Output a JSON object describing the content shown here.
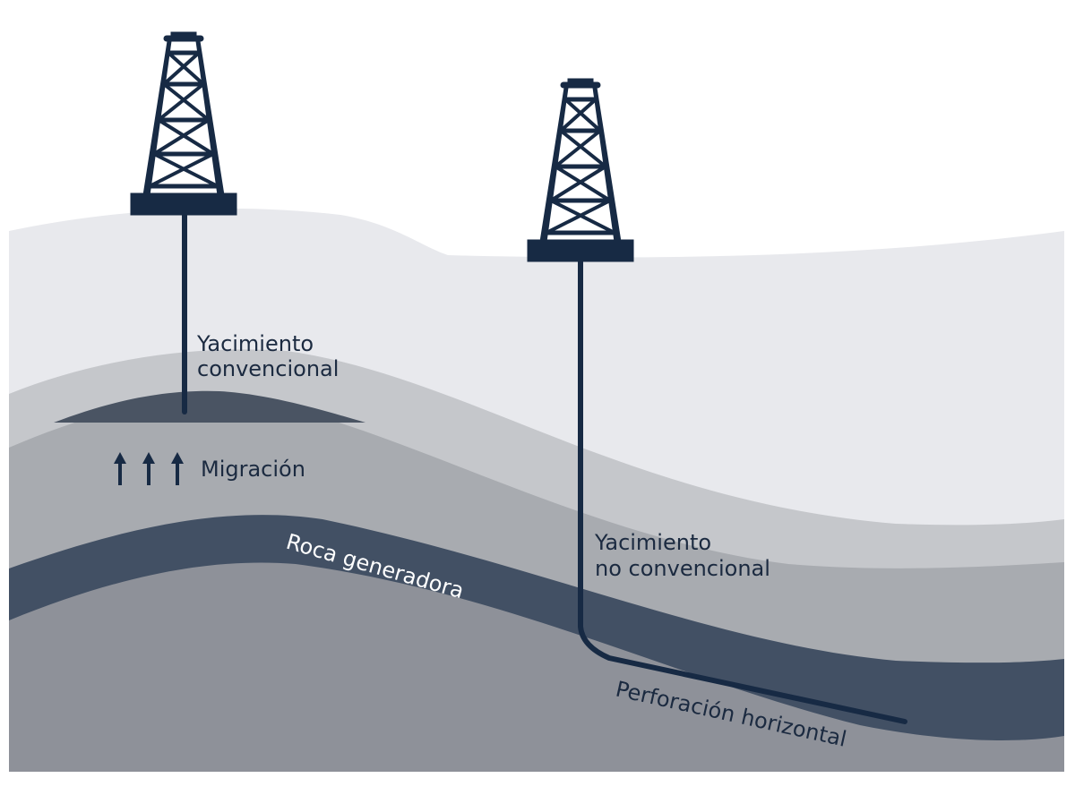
{
  "labels": {
    "conventional_line1": "Yacimiento",
    "conventional_line2": "convencional",
    "migration": "Migración",
    "source_rock": "Roca generadora",
    "unconventional_line1": "Yacimiento",
    "unconventional_line2": "no convencional",
    "horizontal_drilling": "Perforación horizontal"
  },
  "colors": {
    "surface_layer": "#e8e9ed",
    "light_band": "#c5c7cb",
    "mid_layer": "#a8abb0",
    "source_rock": "#425064",
    "bottom_layer": "#8e9199",
    "reservoir": "#4a5463",
    "rig": "#172a44",
    "text_dark": "#1b2a40",
    "text_light": "#ffffff"
  },
  "icons": [
    "drilling-rig-icon",
    "drilling-rig-icon",
    "up-arrow-icon",
    "up-arrow-icon",
    "up-arrow-icon"
  ]
}
